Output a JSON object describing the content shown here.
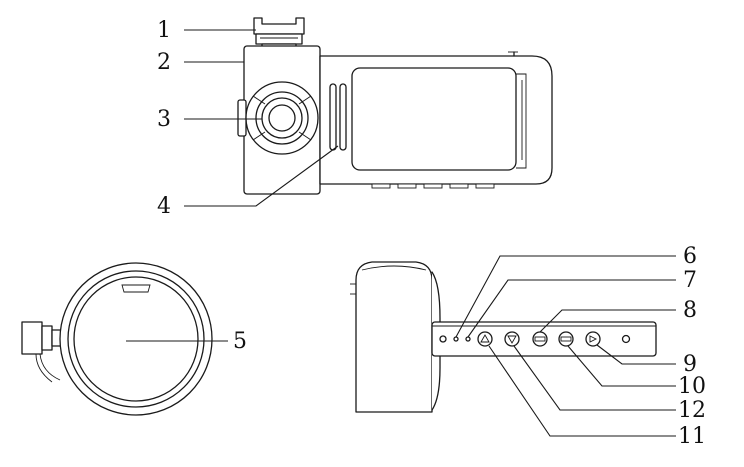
{
  "figure": {
    "callouts": [
      {
        "id": "1",
        "label": "1"
      },
      {
        "id": "2",
        "label": "2"
      },
      {
        "id": "3",
        "label": "3"
      },
      {
        "id": "4",
        "label": "4"
      },
      {
        "id": "5",
        "label": "5"
      },
      {
        "id": "6",
        "label": "6"
      },
      {
        "id": "7",
        "label": "7"
      },
      {
        "id": "8",
        "label": "8"
      },
      {
        "id": "9",
        "label": "9"
      },
      {
        "id": "10",
        "label": "10"
      },
      {
        "id": "11",
        "label": "11"
      },
      {
        "id": "12",
        "label": "12"
      }
    ],
    "views": [
      {
        "name": "front-view",
        "icon": "dashcam-front-drawing"
      },
      {
        "name": "lens-view",
        "icon": "dashcam-lens-drawing"
      },
      {
        "name": "side-view",
        "icon": "dashcam-side-drawing"
      }
    ],
    "line_color": "#1a1a1a",
    "background": "#ffffff"
  }
}
